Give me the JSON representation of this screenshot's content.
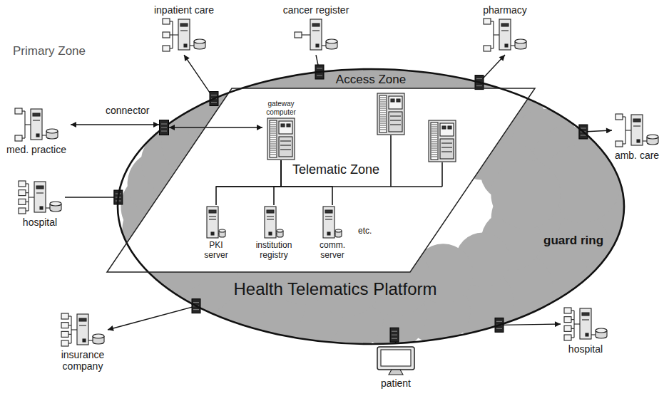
{
  "diagram": {
    "nodes": [
      {
        "text": [
          "inpatient care"
        ]
      },
      {
        "text": [
          "cancer register"
        ]
      },
      {
        "text": [
          "pharmacy"
        ]
      },
      {
        "text": [
          "Health Telematics Platform"
        ]
      },
      {
        "text": [
          "Telematic Zone"
        ],
        "in": 3
      },
      {
        "text": [
          "gateway computer"
        ],
        "in": 4
      },
      {
        "text": [
          "PKI server"
        ],
        "in": 4
      },
      {
        "text": [
          "institution registry"
        ],
        "in": 4
      },
      {
        "text": [
          "comm. server"
        ],
        "in": 4
      },
      {
        "text": [
          "connector"
        ]
      },
      {
        "text": [
          "med. practice"
        ]
      },
      {
        "text": [
          "amb. care"
        ]
      },
      {
        "text": [
          "hospital"
        ]
      },
      {
        "text": [
          "insurance company"
        ]
      },
      {
        "text": [
          "patient"
        ]
      },
      {
        "text": [
          "hospital"
        ]
      }
    ],
    "edges": [
      {
        "from": 10,
        "to": 9,
        "arrow": "both"
      },
      {
        "from": 9,
        "to": 5,
        "arrow": "both"
      },
      {
        "from": 5,
        "to": 6,
        "arrow": "none"
      },
      {
        "from": 5,
        "to": 7,
        "arrow": "none"
      },
      {
        "from": 5,
        "to": 8,
        "arrow": "none"
      }
    ],
    "labels": [
      "Primary Zone",
      "Access Zone",
      "guard ring",
      "etc."
    ]
  }
}
